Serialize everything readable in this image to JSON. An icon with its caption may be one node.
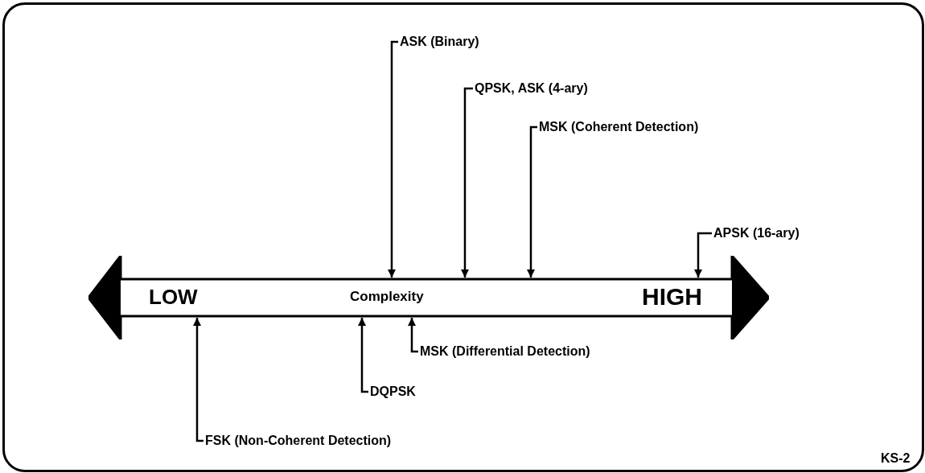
{
  "diagram": {
    "nodes": [
      {
        "text": [
          "LOW",
          "Complexity",
          "HIGH"
        ]
      },
      {
        "text": [
          "ASK (Binary)"
        ]
      },
      {
        "text": [
          "QPSK, ASK (4-ary)"
        ]
      },
      {
        "text": [
          "MSK (Coherent Detection)"
        ]
      },
      {
        "text": [
          "APSK (16-ary)"
        ]
      },
      {
        "text": [
          "MSK (Differential Detection)"
        ]
      },
      {
        "text": [
          "DQPSK"
        ]
      },
      {
        "text": [
          "FSK (Non-Coherent Detection)"
        ]
      }
    ],
    "edges": [
      {
        "from": 1,
        "to": 0,
        "arrow": "to"
      },
      {
        "from": 2,
        "to": 0,
        "arrow": "to"
      },
      {
        "from": 3,
        "to": 0,
        "arrow": "to"
      },
      {
        "from": 4,
        "to": 0,
        "arrow": "to"
      },
      {
        "from": 5,
        "to": 0,
        "arrow": "to"
      },
      {
        "from": 6,
        "to": 0,
        "arrow": "to"
      },
      {
        "from": 7,
        "to": 0,
        "arrow": "to"
      }
    ],
    "labels": [
      "KS-2"
    ]
  }
}
